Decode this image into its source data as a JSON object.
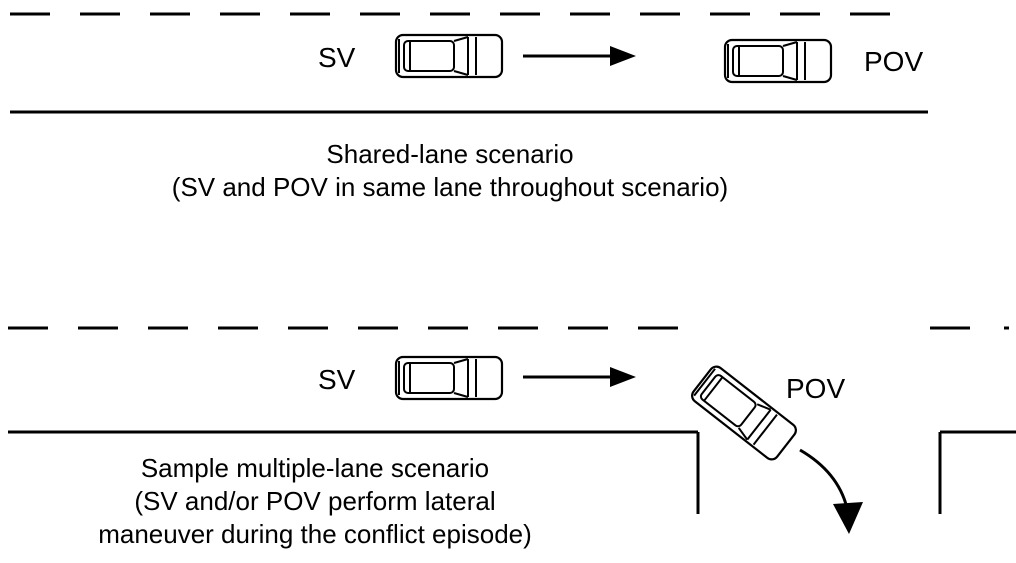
{
  "scenario_top": {
    "subject_vehicle_label": "SV",
    "principal_vehicle_label": "POV",
    "caption_line1": "Shared-lane scenario",
    "caption_line2": "(SV and POV in same lane throughout scenario)"
  },
  "scenario_bottom": {
    "subject_vehicle_label": "SV",
    "principal_vehicle_label": "POV",
    "caption_line1": "Sample multiple-lane scenario",
    "caption_line2": "(SV and/or POV perform lateral",
    "caption_line3": "maneuver during the conflict episode)"
  },
  "colors": {
    "ink": "#000000",
    "background": "#ffffff"
  }
}
